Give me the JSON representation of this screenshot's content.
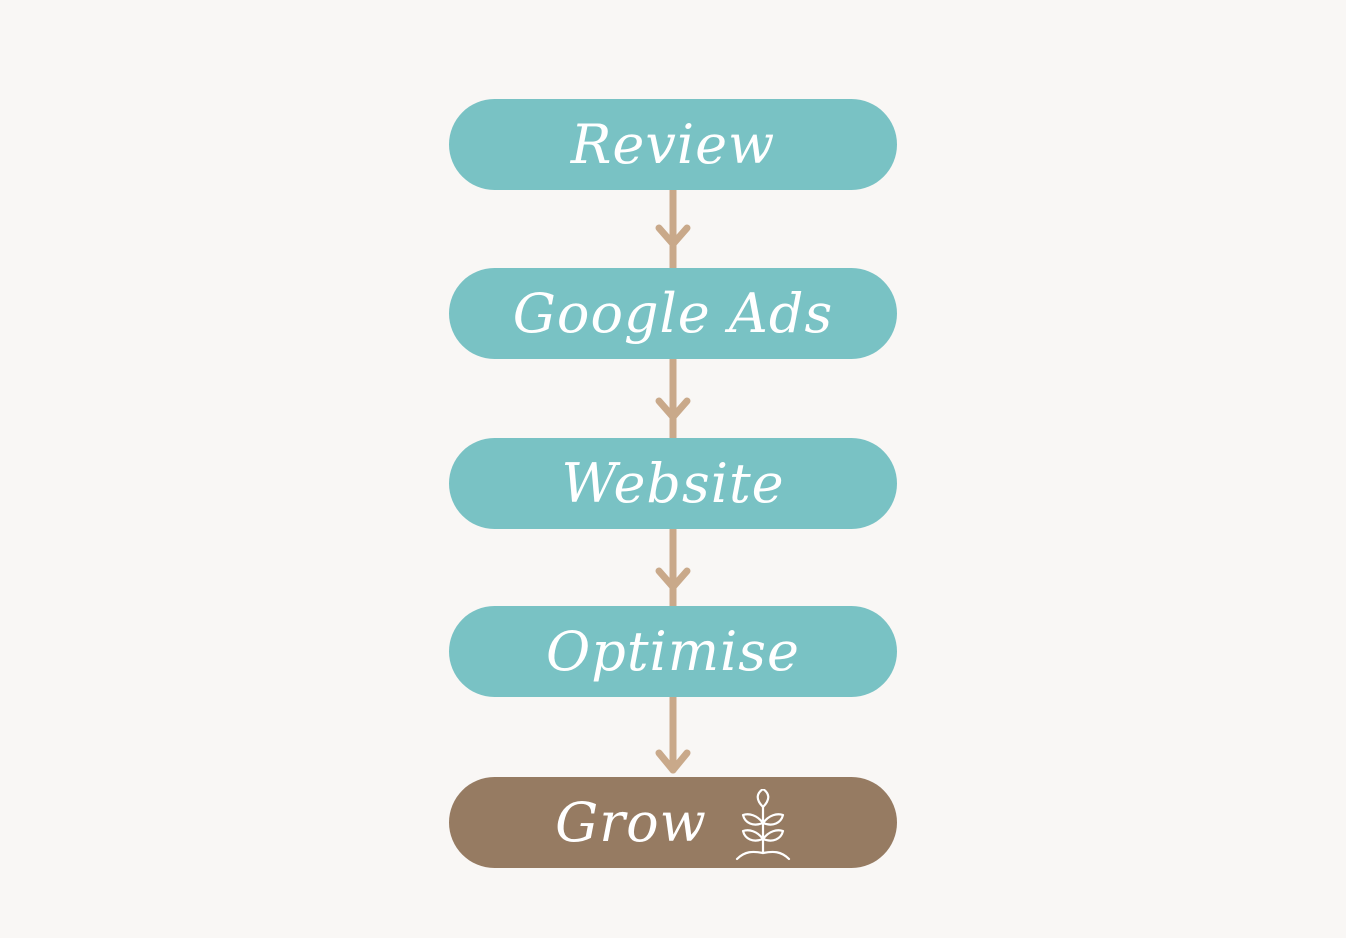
{
  "flow": {
    "steps": [
      {
        "label": "Review"
      },
      {
        "label": "Google Ads"
      },
      {
        "label": "Website"
      },
      {
        "label": "Optimise"
      },
      {
        "label": "Grow",
        "icon": "sprout-icon"
      }
    ]
  },
  "colors": {
    "background": "#f9f7f5",
    "step_fill": "#79c2c4",
    "final_step_fill": "#967b62",
    "arrow": "#c9a98a",
    "text": "#ffffff"
  }
}
